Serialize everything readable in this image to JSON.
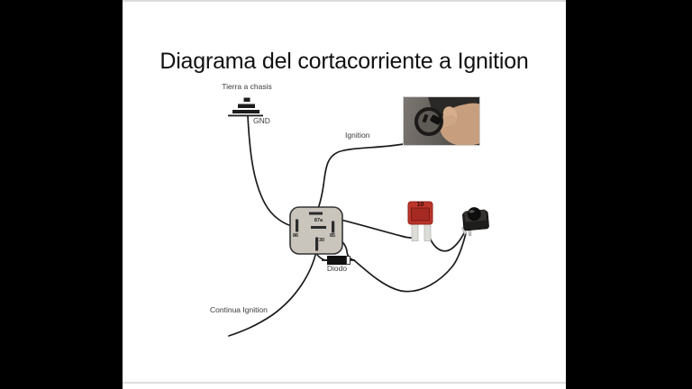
{
  "title": "Diagrama del cortacorriente a Ignition",
  "labels": {
    "ground": "Tierra a chasis",
    "gnd": "GND",
    "ignition": "Ignition",
    "continua_ignition": "Continua Ignition",
    "diodo": "Diodo"
  },
  "relay": {
    "pin_87a": "87a",
    "pin_86": "86",
    "pin_85": "85",
    "pin_30": "30"
  },
  "fuse": {
    "rating": "10",
    "color": "#bc352b"
  },
  "colors": {
    "letterbox": "#000000",
    "page_background": "#ffffff",
    "wire": "#1c1c1c",
    "relay_fill": "#c9c5bc",
    "relay_border": "#333333",
    "page_edge_line": "#dcdcdc"
  }
}
